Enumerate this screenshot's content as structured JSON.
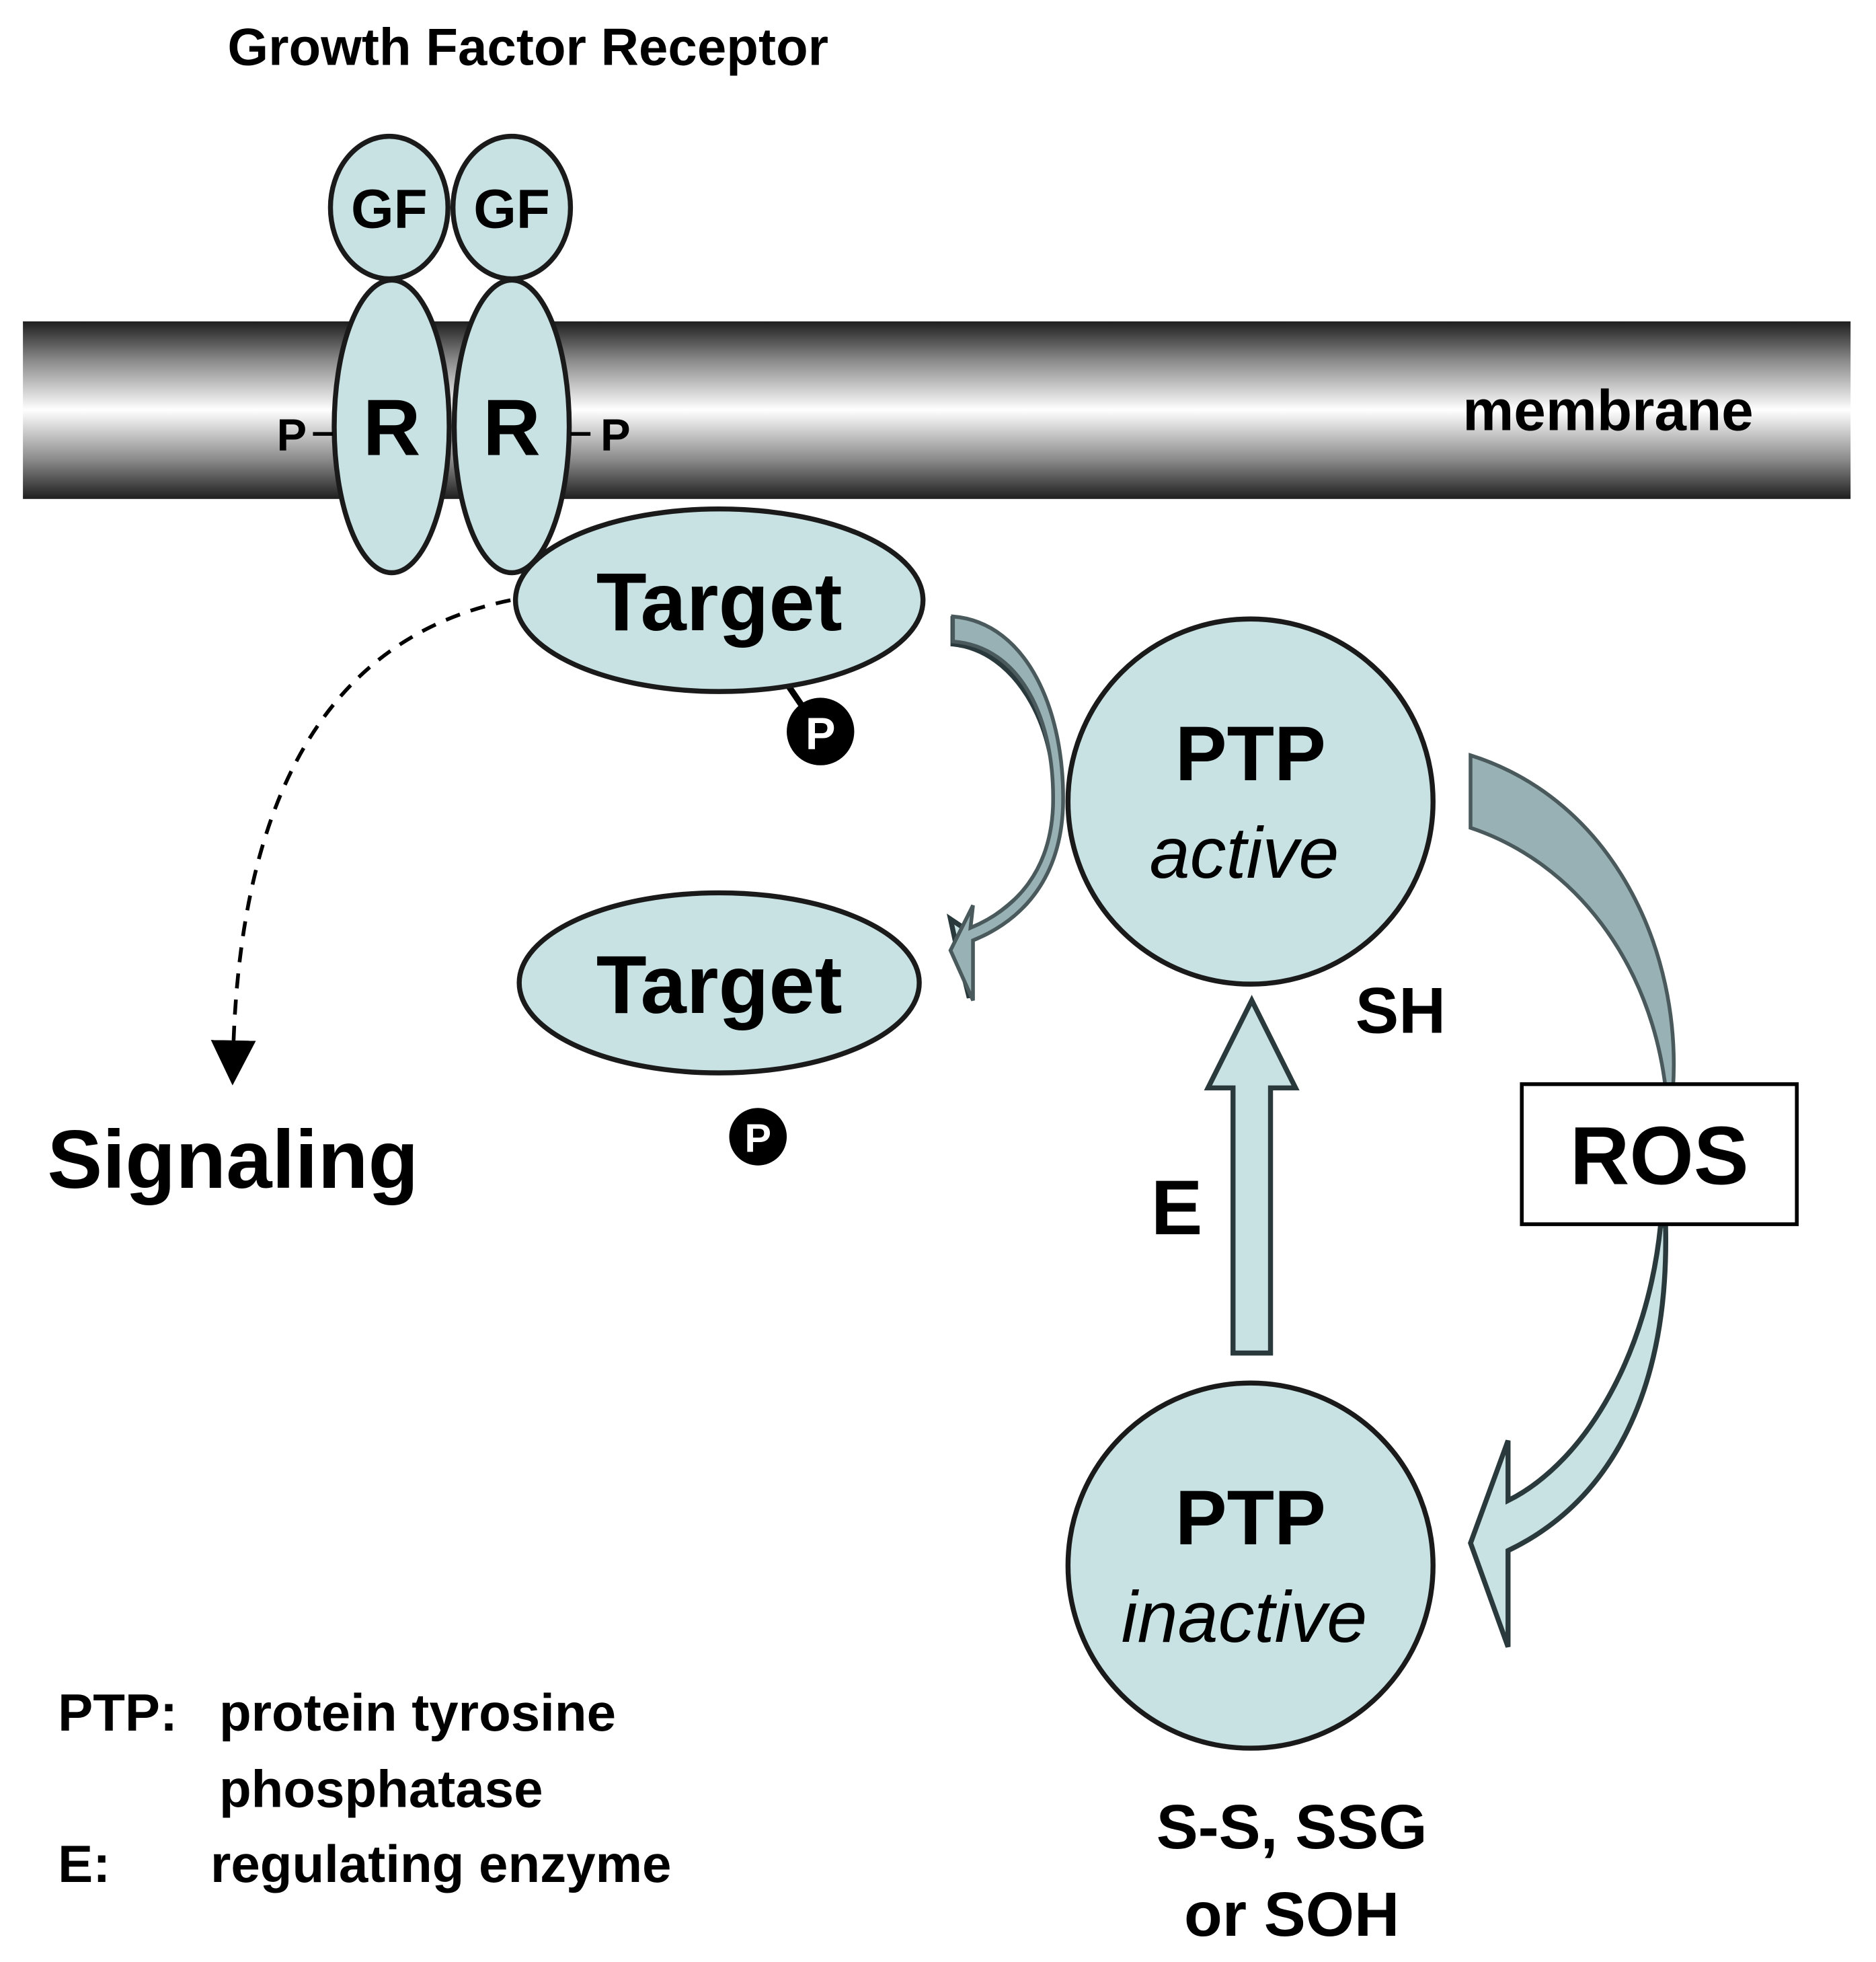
{
  "title": "Growth Factor Receptor",
  "membrane_label": "membrane",
  "growth_factor_label": "GF",
  "receptor_label": "R",
  "phospho_label": "P",
  "target_label": "Target",
  "signaling_label": "Signaling",
  "ptp_label": "PTP",
  "ptp_active_state": "active",
  "ptp_inactive_state": "inactive",
  "sh_label": "SH",
  "enzyme_label": "E",
  "ros_label": "ROS",
  "oxidized_forms": [
    "S-S, SSG",
    "or SOH"
  ],
  "legend": [
    {
      "term": "PTP:",
      "definition": "protein tyrosine"
    },
    {
      "term": "",
      "definition": "phosphatase"
    },
    {
      "term": "E:",
      "definition": "regulating enzyme"
    }
  ],
  "colors": {
    "shape_fill": "#c8e2e4",
    "arrow_dark": "#98b1b4",
    "outline": "#1a1a1a",
    "membrane_dark": "#1e1e1e",
    "membrane_light": "#ffffff"
  }
}
